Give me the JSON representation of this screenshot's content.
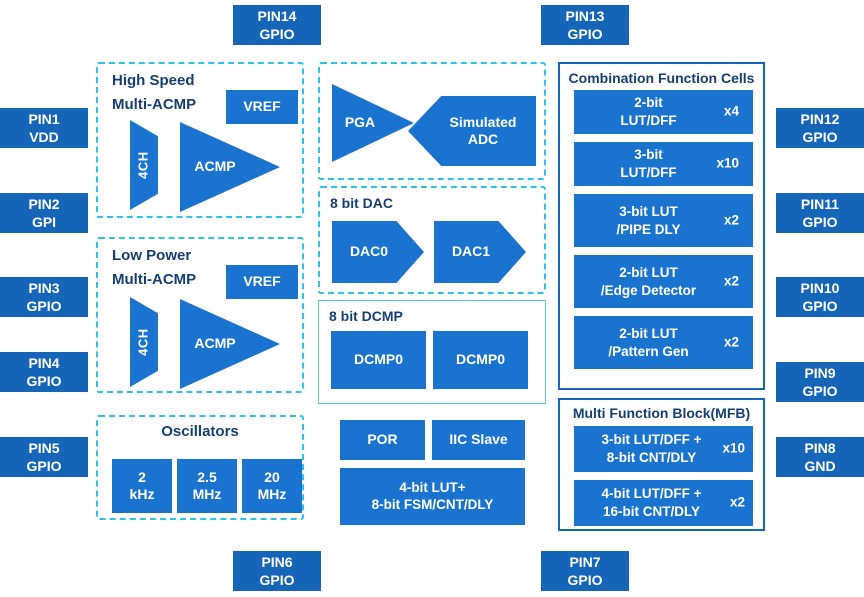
{
  "pins": {
    "pin14": {
      "line1": "PIN14",
      "line2": "GPIO"
    },
    "pin13": {
      "line1": "PIN13",
      "line2": "GPIO"
    },
    "pin1": {
      "line1": "PIN1",
      "line2": "VDD"
    },
    "pin2": {
      "line1": "PIN2",
      "line2": "GPI"
    },
    "pin3": {
      "line1": "PIN3",
      "line2": "GPIO"
    },
    "pin4": {
      "line1": "PIN4",
      "line2": "GPIO"
    },
    "pin5": {
      "line1": "PIN5",
      "line2": "GPIO"
    },
    "pin12": {
      "line1": "PIN12",
      "line2": "GPIO"
    },
    "pin11": {
      "line1": "PIN11",
      "line2": "GPIO"
    },
    "pin10": {
      "line1": "PIN10",
      "line2": "GPIO"
    },
    "pin9": {
      "line1": "PIN9",
      "line2": "GPIO"
    },
    "pin8": {
      "line1": "PIN8",
      "line2": "GND"
    },
    "pin6": {
      "line1": "PIN6",
      "line2": "GPIO"
    },
    "pin7": {
      "line1": "PIN7",
      "line2": "GPIO"
    }
  },
  "blocks": {
    "high_speed": {
      "title1": "High Speed",
      "title2": "Multi-ACMP",
      "vref": "VREF",
      "mux": "4CH",
      "acmp": "ACMP"
    },
    "low_power": {
      "title1": "Low Power",
      "title2": "Multi-ACMP",
      "vref": "VREF",
      "mux": "4CH",
      "acmp": "ACMP"
    },
    "oscillators": {
      "title": "Oscillators",
      "osc1_line1": "2",
      "osc1_line2": "kHz",
      "osc2_line1": "2.5",
      "osc2_line2": "MHz",
      "osc3_line1": "20",
      "osc3_line2": "MHz"
    },
    "analog": {
      "pga": "PGA",
      "adc_line1": "Simulated",
      "adc_line2": "ADC"
    },
    "dac": {
      "title": "8 bit DAC",
      "dac0": "DAC0",
      "dac1": "DAC1"
    },
    "dcmp": {
      "title": "8 bit DCMP",
      "dcmp0": "DCMP0",
      "dcmp1": "DCMP0"
    },
    "por": "POR",
    "iic": "IIC Slave",
    "fsm": {
      "line1": "4-bit LUT+",
      "line2": "8-bit FSM/CNT/DLY"
    },
    "cfc": {
      "title": "Combination Function Cells",
      "cells": [
        {
          "line1": "2-bit",
          "line2": "LUT/DFF",
          "mult": "x4"
        },
        {
          "line1": "3-bit",
          "line2": "LUT/DFF",
          "mult": "x10"
        },
        {
          "line1": "3-bit LUT",
          "line2": "/PIPE DLY",
          "mult": "x2"
        },
        {
          "line1": "2-bit LUT",
          "line2": "/Edge Detector",
          "mult": "x2"
        },
        {
          "line1": "2-bit LUT",
          "line2": "/Pattern Gen",
          "mult": "x2"
        }
      ]
    },
    "mfb": {
      "title": "Multi Function Block(MFB)",
      "cells": [
        {
          "line1": "3-bit LUT/DFF +",
          "line2": "8-bit CNT/DLY",
          "mult": "x10"
        },
        {
          "line1": "4-bit LUT/DFF +",
          "line2": "16-bit CNT/DLY",
          "mult": "x2"
        }
      ]
    }
  },
  "colors": {
    "pin_blue": "#1565b8",
    "block_blue": "#1a74cf",
    "dashed_cyan": "#2cc3e4",
    "title_navy": "#153f73",
    "outline_blue": "#1565b8"
  }
}
